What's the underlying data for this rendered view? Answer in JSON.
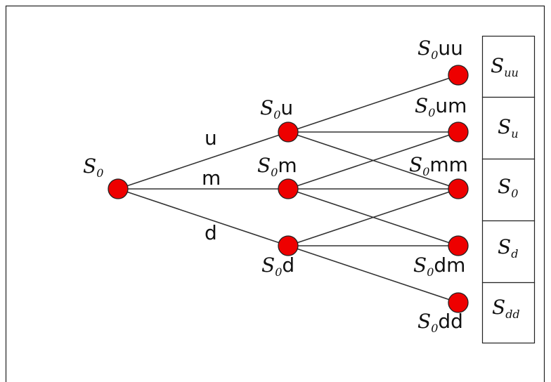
{
  "colors": {
    "node": "#ee0000",
    "edge": "#333333",
    "frame": "#222222"
  },
  "tree": {
    "root": {
      "sym": "S",
      "sub": "0",
      "suffix": ""
    },
    "step1": [
      {
        "sym": "S",
        "sub": "0",
        "suffix": "u"
      },
      {
        "sym": "S",
        "sub": "0",
        "suffix": "m"
      },
      {
        "sym": "S",
        "sub": "0",
        "suffix": "d"
      }
    ],
    "step2": [
      {
        "sym": "S",
        "sub": "0",
        "suffix": "uu"
      },
      {
        "sym": "S",
        "sub": "0",
        "suffix": "um"
      },
      {
        "sym": "S",
        "sub": "0",
        "suffix": "mm"
      },
      {
        "sym": "S",
        "sub": "0",
        "suffix": "dm"
      },
      {
        "sym": "S",
        "sub": "0",
        "suffix": "dd"
      }
    ],
    "branch_labels": [
      "u",
      "m",
      "d"
    ]
  },
  "boxes": [
    {
      "sym": "S",
      "sub": "uu"
    },
    {
      "sym": "S",
      "sub": "u"
    },
    {
      "sym": "S",
      "sub": "0"
    },
    {
      "sym": "S",
      "sub": "d"
    },
    {
      "sym": "S",
      "sub": "dd"
    }
  ]
}
